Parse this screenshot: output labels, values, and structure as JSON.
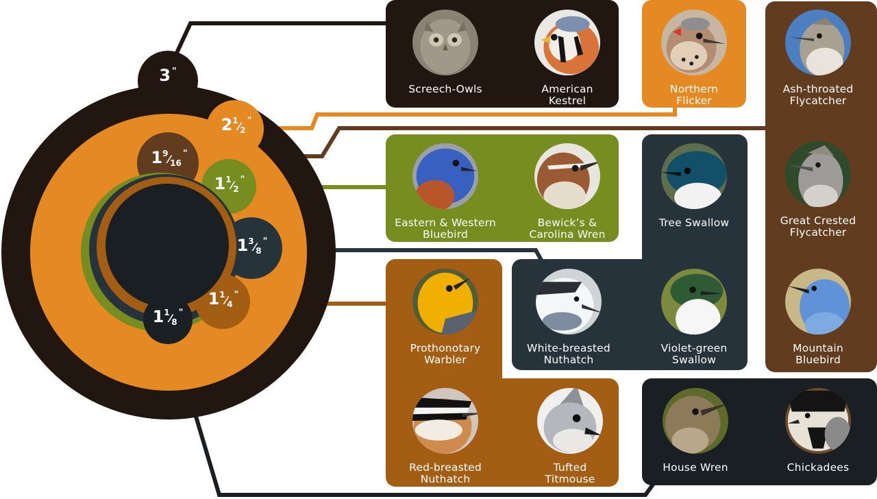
{
  "colors": {
    "dark_brown": "#221710",
    "orange": "#e58a22",
    "medium_brown": "#623c1e",
    "olive": "#778d20",
    "slate": "#27333b",
    "rust": "#a35e14",
    "charcoal": "#1a1f24",
    "background": "#ffffff"
  },
  "holes": [
    {
      "id": "3in",
      "whole": "3",
      "num": "",
      "den": "",
      "quote": "\""
    },
    {
      "id": "2-1-2",
      "whole": "2",
      "num": "1",
      "den": "2",
      "quote": "\""
    },
    {
      "id": "1-9-16",
      "whole": "1",
      "num": "9",
      "den": "16",
      "quote": "\""
    },
    {
      "id": "1-1-2",
      "whole": "1",
      "num": "1",
      "den": "2",
      "quote": "\""
    },
    {
      "id": "1-3-8",
      "whole": "1",
      "num": "3",
      "den": "8",
      "quote": "\""
    },
    {
      "id": "1-1-4",
      "whole": "1",
      "num": "1",
      "den": "4",
      "quote": "\""
    },
    {
      "id": "1-1-8",
      "whole": "1",
      "num": "1",
      "den": "8",
      "quote": "\""
    }
  ],
  "groups": {
    "three_inch": {
      "birds": [
        {
          "name": "Screech-Owls",
          "icon": "screech-owl-photo"
        },
        {
          "name": "American\nKestrel",
          "icon": "american-kestrel-photo"
        }
      ]
    },
    "two_and_half": {
      "birds": [
        {
          "name": "Northern\nFlicker",
          "icon": "northern-flicker-photo"
        }
      ]
    },
    "one_nine_sixteenths": {
      "birds": [
        {
          "name": "Ash-throated\nFlycatcher",
          "icon": "ash-throated-flycatcher-photo"
        },
        {
          "name": "Great Crested\nFlycatcher",
          "icon": "great-crested-flycatcher-photo"
        },
        {
          "name": "Mountain\nBluebird",
          "icon": "mountain-bluebird-photo"
        }
      ]
    },
    "one_and_half": {
      "birds": [
        {
          "name": "Eastern & Western\nBluebird",
          "icon": "eastern-bluebird-photo"
        },
        {
          "name": "Bewick’s &\nCarolina Wren",
          "icon": "bewicks-wren-photo"
        }
      ]
    },
    "one_three_eighths": {
      "birds": [
        {
          "name": "Tree Swallow",
          "icon": "tree-swallow-photo"
        },
        {
          "name": "White-breasted\nNuthatch",
          "icon": "white-breasted-nuthatch-photo"
        },
        {
          "name": "Violet-green\nSwallow",
          "icon": "violet-green-swallow-photo"
        }
      ]
    },
    "one_and_quarter": {
      "birds": [
        {
          "name": "Prothonotary\nWarbler",
          "icon": "prothonotary-warbler-photo"
        },
        {
          "name": "Red-breasted\nNuthatch",
          "icon": "red-breasted-nuthatch-photo"
        },
        {
          "name": "Tufted\nTitmouse",
          "icon": "tufted-titmouse-photo"
        }
      ]
    },
    "one_and_eighth": {
      "birds": [
        {
          "name": "House Wren",
          "icon": "house-wren-photo"
        },
        {
          "name": "Chickadees",
          "icon": "chickadee-photo"
        }
      ]
    }
  }
}
